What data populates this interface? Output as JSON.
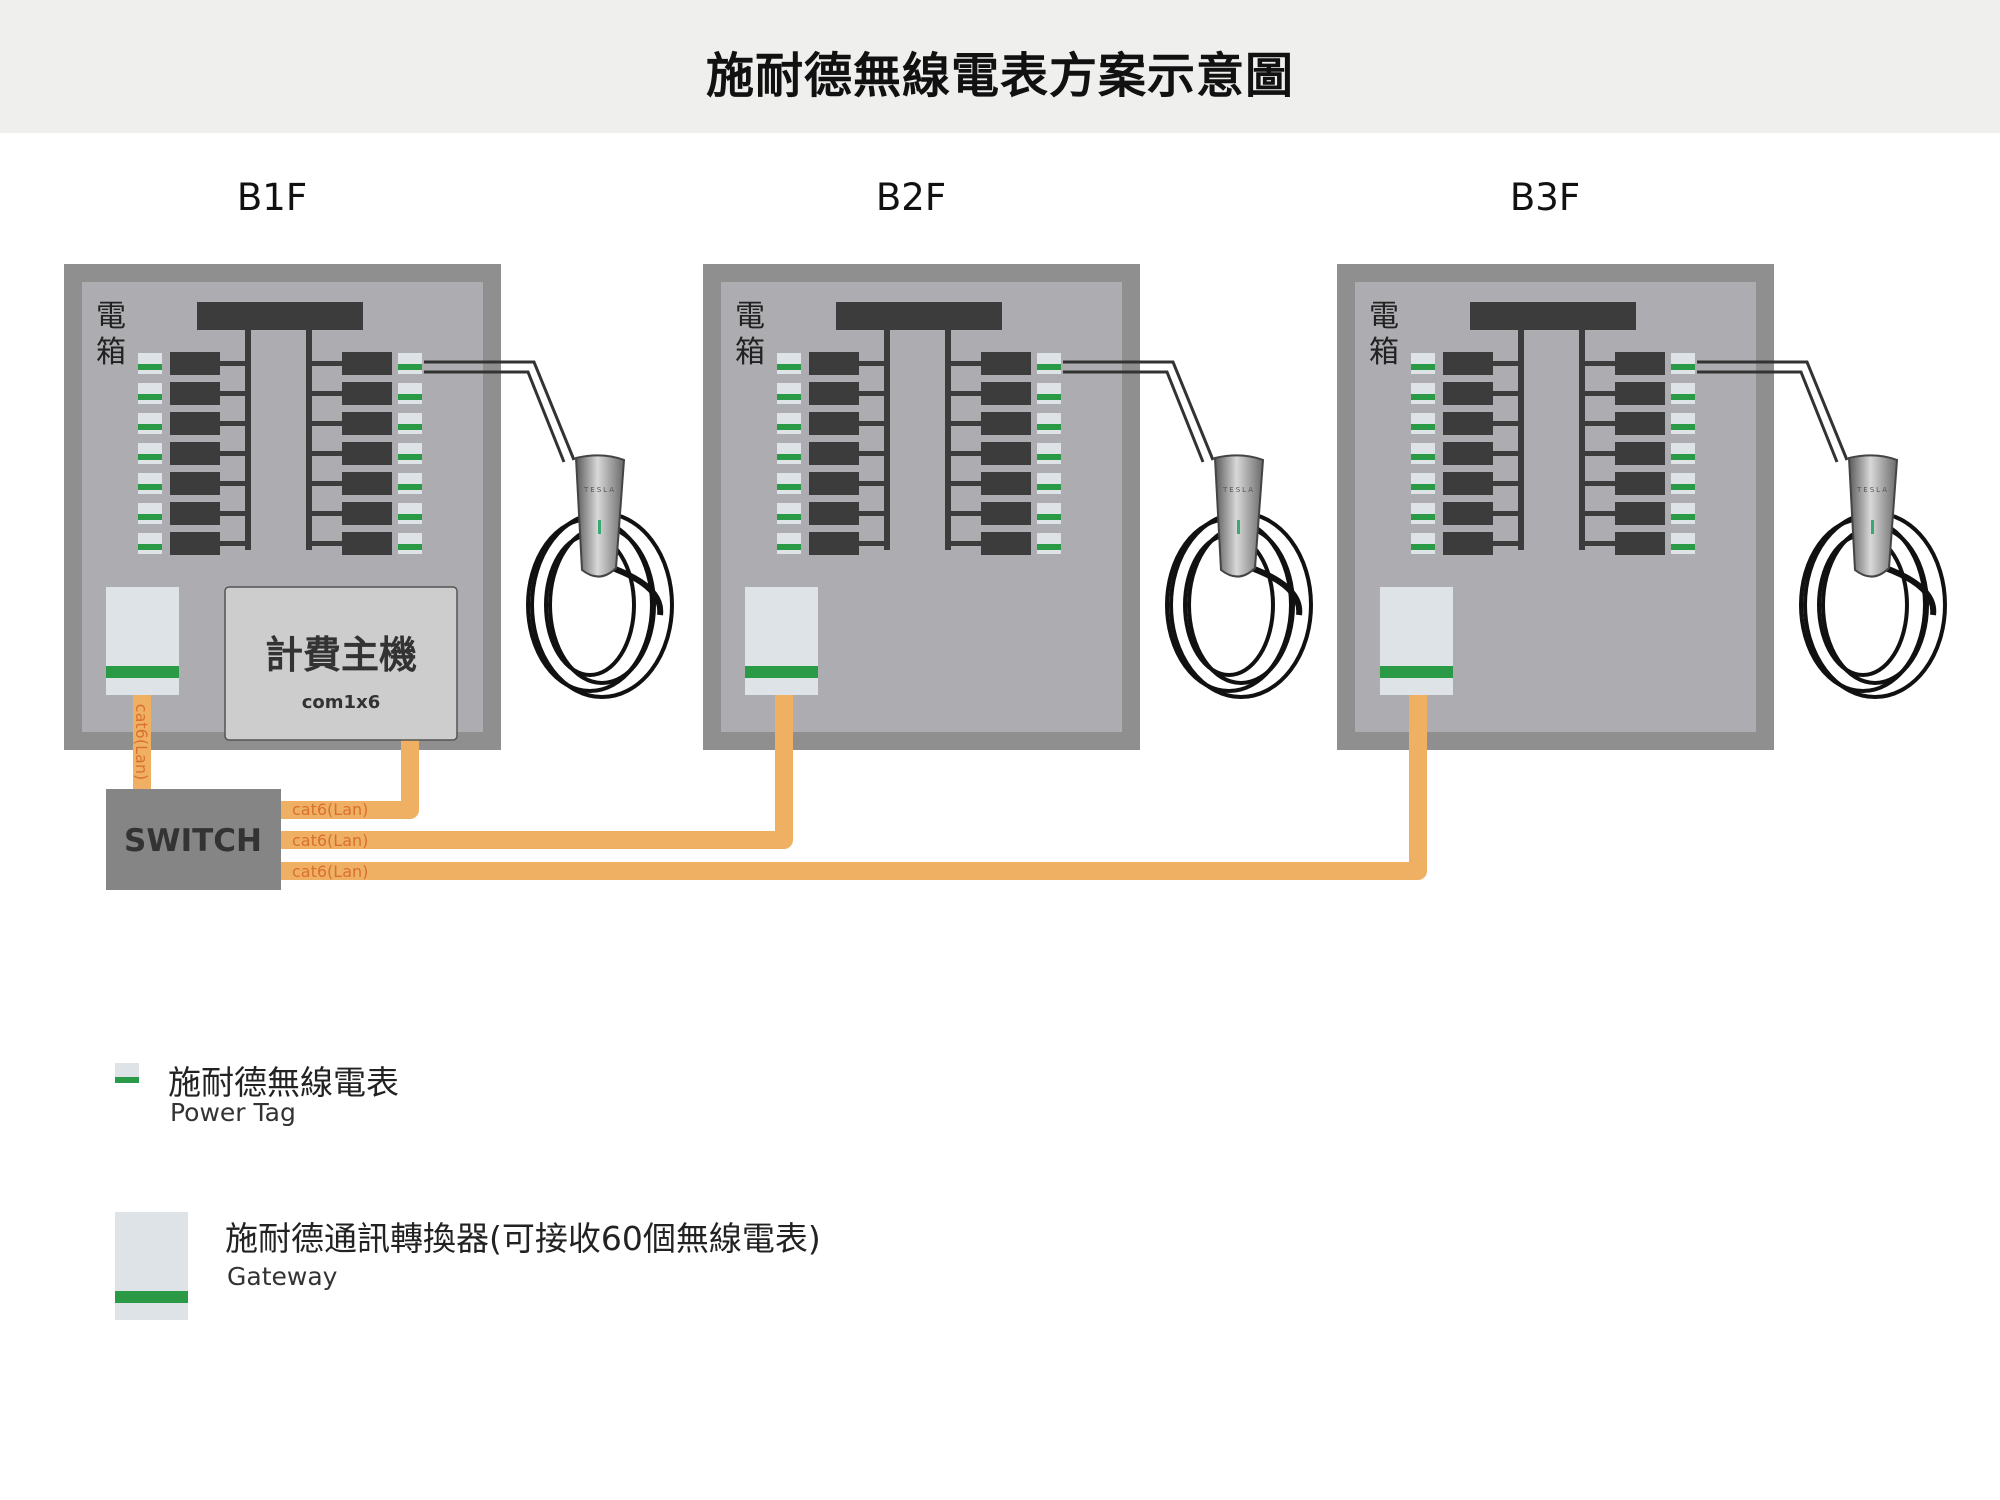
{
  "title": "施耐德無線電表方案示意圖",
  "floors": [
    {
      "label": "B1F",
      "box_label": "電箱"
    },
    {
      "label": "B2F",
      "box_label": "電箱"
    },
    {
      "label": "B3F",
      "box_label": "電箱"
    }
  ],
  "host": {
    "title": "計費主機",
    "subtitle": "com1x6"
  },
  "switch": {
    "label": "SWITCH"
  },
  "cables": {
    "gateway_link": "cat6(Lan)",
    "switch_ports": [
      "cat6(Lan)",
      "cat6(Lan)",
      "cat6(Lan)"
    ]
  },
  "charger": {
    "brand": "TESLA"
  },
  "legend": [
    {
      "title": "施耐德無線電表",
      "subtitle": "Power Tag"
    },
    {
      "title": "施耐德通訊轉換器(可接收60個無線電表)",
      "subtitle": "Gateway"
    }
  ],
  "colors": {
    "cable": "#f0b064",
    "cable_text": "#d9702e",
    "meter_green": "#2a9a46",
    "meter_light": "#dde3e7",
    "panel_outer": "#8f8f8f",
    "panel_inner": "#adadb1",
    "breaker": "#3c3c3c",
    "switch": "#858585"
  }
}
